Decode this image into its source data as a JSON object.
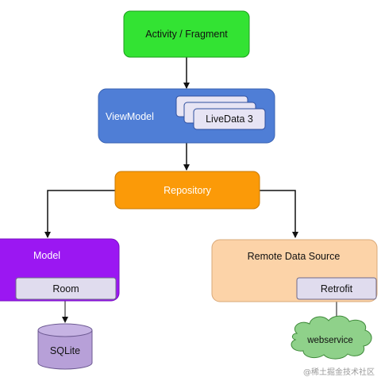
{
  "nodes": {
    "activity": {
      "label": "Activity / Fragment"
    },
    "viewmodel": {
      "label": "ViewModel"
    },
    "livedata": {
      "label": "LiveData 3"
    },
    "repository": {
      "label": "Repository"
    },
    "model": {
      "label": "Model"
    },
    "room": {
      "label": "Room"
    },
    "sqlite": {
      "label": "SQLite"
    },
    "remote": {
      "label": "Remote Data Source"
    },
    "retrofit": {
      "label": "Retrofit"
    },
    "webservice": {
      "label": "webservice"
    }
  },
  "watermark": {
    "text": "@稀土掘金技术社区"
  },
  "colors": {
    "activity": "#33e333",
    "viewmodel": "#4f7ed6",
    "livedata": "#e7e4f4",
    "repository": "#fb9a08",
    "model": "#9b17f2",
    "room": "#e0dcee",
    "sqlite": "#b7a0d8",
    "remote": "#fcd3a8",
    "retrofit": "#e0dcee",
    "webservice": "#8fd18a",
    "arrow": "#111111"
  }
}
